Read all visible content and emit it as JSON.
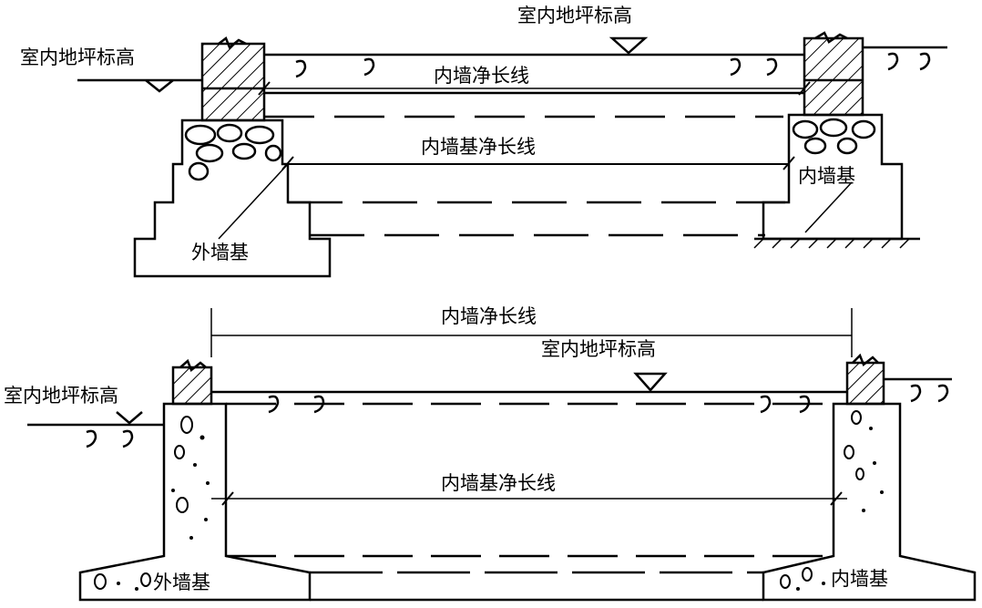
{
  "top_section": {
    "floor_level_center": "室内地坪标高",
    "floor_level_left": "室内地坪标高",
    "inner_wall_net_length": "内墙净长线",
    "inner_wall_foundation_net_length": "内墙基净长线",
    "inner_wall_foundation": "内墙基",
    "outer_wall_foundation": "外墙基"
  },
  "bottom_section": {
    "inner_wall_net_length": "内墙净长线",
    "floor_level_center": "室内地坪标高",
    "floor_level_left": "室内地坪标高",
    "inner_wall_foundation_net_length": "内墙基净长线",
    "outer_wall_foundation": "外墙基",
    "inner_wall_foundation": "内墙基"
  }
}
